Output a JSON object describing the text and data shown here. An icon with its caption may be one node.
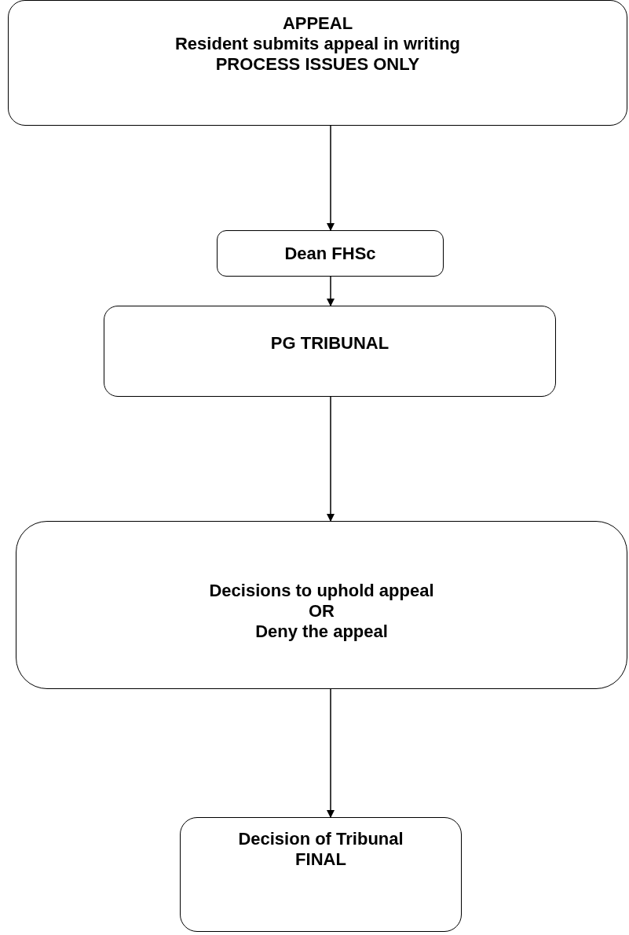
{
  "diagram": {
    "nodes": [
      {
        "text": [
          "APPEAL",
          "Resident submits appeal in writing",
          "PROCESS ISSUES ONLY"
        ]
      },
      {
        "text": [
          "Dean FHSc"
        ]
      },
      {
        "text": [
          "PG TRIBUNAL"
        ]
      },
      {
        "text": [
          "Decisions to uphold appeal",
          "OR",
          "Deny the appeal"
        ]
      },
      {
        "text": [
          "Decision of Tribunal",
          "FINAL"
        ]
      }
    ],
    "edges": [
      {
        "from": 0,
        "to": 1,
        "arrow": "to"
      },
      {
        "from": 1,
        "to": 2,
        "arrow": "to"
      },
      {
        "from": 2,
        "to": 3,
        "arrow": "to"
      },
      {
        "from": 3,
        "to": 4,
        "arrow": "to"
      }
    ]
  }
}
